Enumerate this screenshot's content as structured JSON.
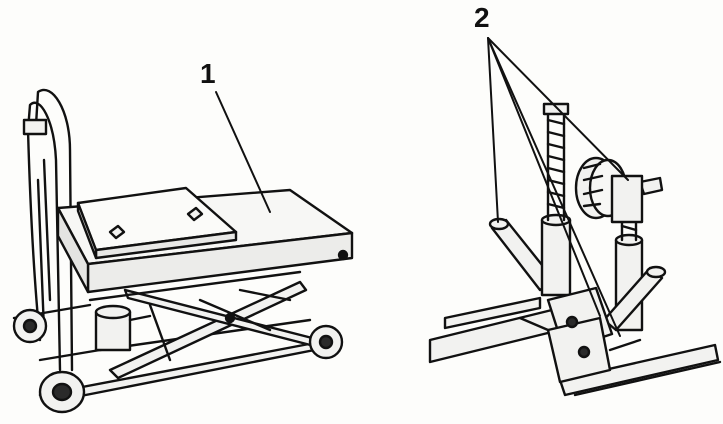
{
  "diagram": {
    "callouts": [
      {
        "id": "1",
        "text": "1"
      },
      {
        "id": "2",
        "text": "2"
      }
    ],
    "colors": {
      "ink": "#111111",
      "paper": "#fdfdfb",
      "fill_light": "#f2f2f0",
      "fill_dark": "#2a2a2a"
    }
  }
}
